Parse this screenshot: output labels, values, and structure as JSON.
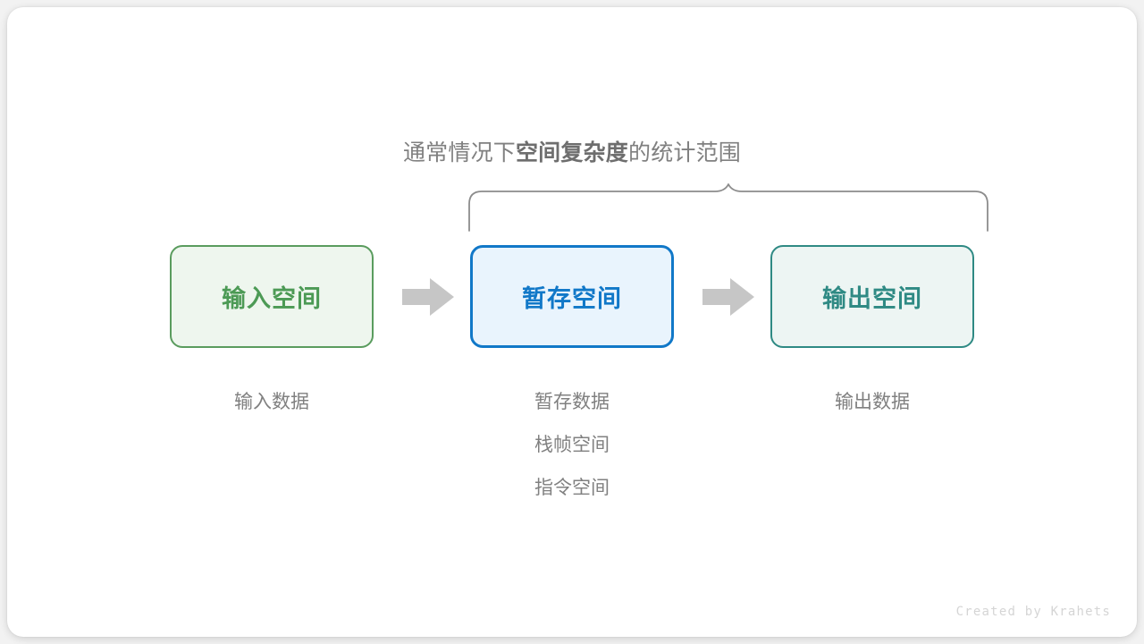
{
  "diagram": {
    "title_caption": {
      "prefix": "通常情况下",
      "emphasis": "空间复杂度",
      "suffix": "的统计范围"
    },
    "brace": {
      "name": "curly-brace",
      "color": "#808080",
      "spans": [
        "暂存空间",
        "输出空间"
      ]
    },
    "boxes": [
      {
        "id": "input-space",
        "label": "输入空间",
        "fill": "#eef6ee",
        "border": "#5a9c5e",
        "text_color": "#4c9a55"
      },
      {
        "id": "buffer-space",
        "label": "暂存空间",
        "fill": "#e9f4fd",
        "border": "#1178c8",
        "text_color": "#1178c8"
      },
      {
        "id": "output-space",
        "label": "输出空间",
        "fill": "#edf5f3",
        "border": "#2f8a84",
        "text_color": "#2f8a84"
      }
    ],
    "arrows": [
      {
        "id": "arrow-input-to-buffer",
        "icon": "right-arrow-icon",
        "color": "#c6c6c6"
      },
      {
        "id": "arrow-buffer-to-output",
        "icon": "right-arrow-icon",
        "color": "#c6c6c6"
      }
    ],
    "labels": [
      {
        "id": "input-data-labels",
        "lines": [
          "输入数据"
        ]
      },
      {
        "id": "buffer-data-labels",
        "lines": [
          "暂存数据",
          "栈帧空间",
          "指令空间"
        ]
      },
      {
        "id": "output-data-labels",
        "lines": [
          "输出数据"
        ]
      }
    ],
    "credit": "Created by Krahets"
  }
}
